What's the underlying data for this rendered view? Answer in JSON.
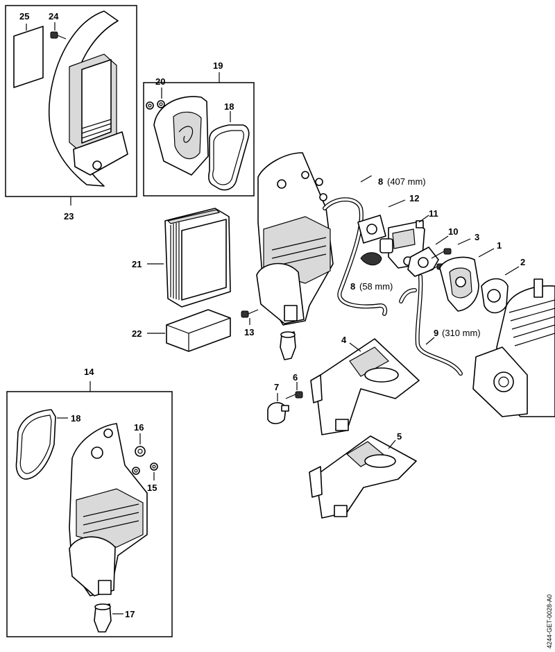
{
  "diagram_code": "4244-GET-0028-A0",
  "callouts": {
    "c1": "1",
    "c2": "2",
    "c3": "3",
    "c4": "4",
    "c5": "5",
    "c6": "6",
    "c7": "7",
    "c8a": "8",
    "c8a_note": "(407 mm)",
    "c8b": "8",
    "c8b_note": "(58 mm)",
    "c9": "9",
    "c9_note": "(310 mm)",
    "c10": "10",
    "c11": "11",
    "c12": "12",
    "c13": "13",
    "c14": "14",
    "c15": "15",
    "c16": "16",
    "c17": "17",
    "c18a": "18",
    "c18b": "18",
    "c19": "19",
    "c20": "20",
    "c21": "21",
    "c22": "22",
    "c23": "23",
    "c24": "24",
    "c25": "25"
  }
}
